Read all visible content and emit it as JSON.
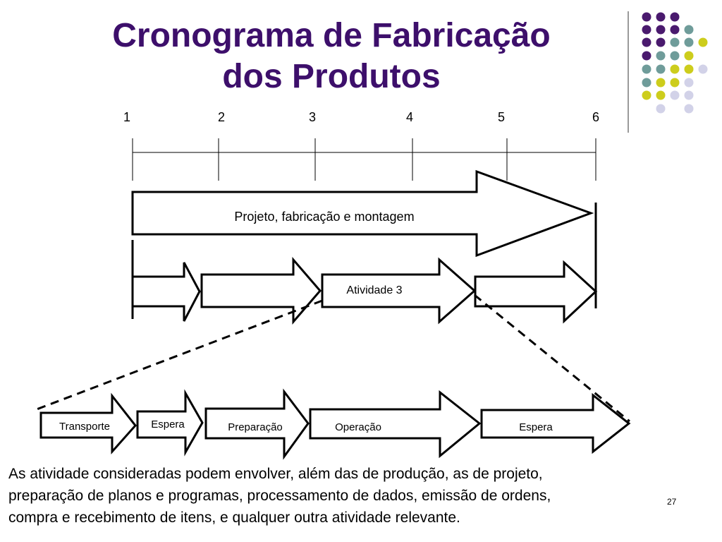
{
  "slide": {
    "title_line1": "Cronograma de Fabricação",
    "title_line2": "dos Produtos",
    "body_line1": "As atividade consideradas podem envolver, além das de produção, as de projeto,",
    "body_line2": "preparação de planos e programas, processamento de dados, emissão de ordens,",
    "body_line3": "compra e recebimento de itens, e qualquer outra atividade relevante.",
    "page_number": "27"
  },
  "colors": {
    "title": "#3d0f6b",
    "dot_purple": "#4a1a6e",
    "dot_teal": "#6f9c9a",
    "dot_yellow": "#cdcd1c",
    "dot_lavender": "#d2d2e8"
  },
  "timeline": {
    "labels": [
      "1",
      "2",
      "3",
      "4",
      "5",
      "6"
    ]
  },
  "diagram": {
    "main_arrow_label": "Projeto, fabricação e montagem",
    "activity_3_label": "Atividade 3",
    "detail_steps": [
      "Transporte",
      "Espera",
      "Preparação",
      "Operação",
      "Espera"
    ]
  }
}
